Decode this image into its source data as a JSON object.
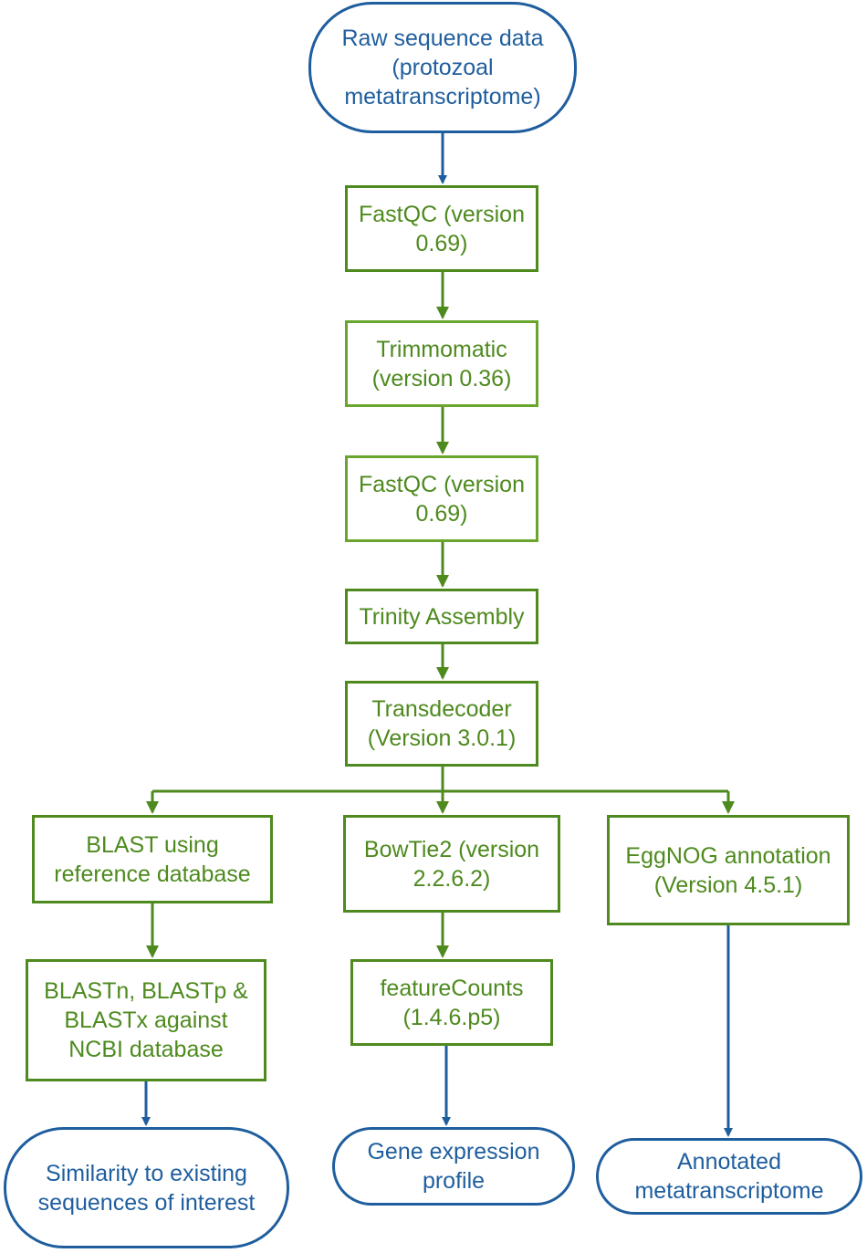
{
  "colors": {
    "start_end": "#1f5e9e",
    "process": "#4e8a1e",
    "process_light": "#6aa52e",
    "arrow_blue": "#1f5e9e",
    "arrow_green": "#4e8a1e"
  },
  "nodes": {
    "raw": "Raw sequence data\n(protozoal\nmetatranscriptome)",
    "fastqc1": "FastQC (version\n0.69)",
    "trimmomatic": "Trimmomatic\n(version 0.36)",
    "fastqc2": "FastQC (version\n0.69)",
    "trinity": "Trinity Assembly",
    "transdecoder": "Transdecoder\n(Version 3.0.1)",
    "blast_ref": "BLAST using\nreference database",
    "bowtie2": "BowTie2 (version\n2.2.6.2)",
    "eggnog": "EggNOG annotation\n(Version 4.5.1)",
    "blast_ncbi": "BLASTn, BLASTp &\nBLASTx against\nNCBI database",
    "featurecounts": "featureCounts\n(1.4.6.p5)",
    "similarity": "Similarity to existing\nsequences of interest",
    "gene_expr": "Gene expression\nprofile",
    "annotated": "Annotated\nmetatranscriptome"
  }
}
